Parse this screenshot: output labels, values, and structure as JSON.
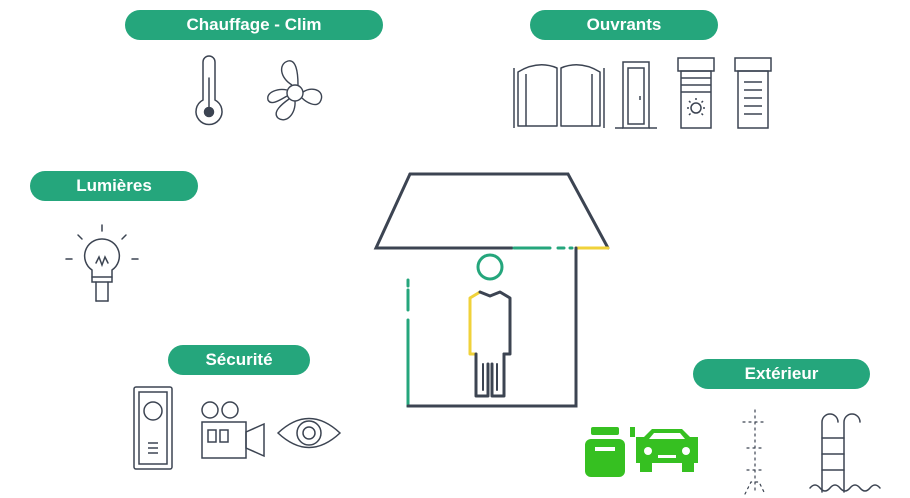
{
  "colors": {
    "accent": "#25a67c",
    "stroke": "#3c4452",
    "yellow": "#f0d23a",
    "green_bright": "#36c021",
    "background": "#ffffff"
  },
  "categories": {
    "heating": {
      "label": "Chauffage - Clim",
      "icons": [
        "thermometer-icon",
        "fan-icon"
      ]
    },
    "openings": {
      "label": "Ouvrants",
      "icons": [
        "gate-icon",
        "door-icon",
        "roller-shutter-sun-icon",
        "roller-shutter-icon"
      ]
    },
    "lights": {
      "label": "Lumières",
      "icons": [
        "light-bulb-icon"
      ]
    },
    "security": {
      "label": "Sécurité",
      "icons": [
        "intercom-icon",
        "video-camera-icon",
        "eye-icon"
      ]
    },
    "outdoor": {
      "label": "Extérieur",
      "icons": [
        "lawn-mower-icon",
        "car-icon",
        "garden-shower-icon",
        "pool-ladder-icon"
      ]
    }
  },
  "center": {
    "icons": [
      "house-icon",
      "person-icon"
    ]
  }
}
